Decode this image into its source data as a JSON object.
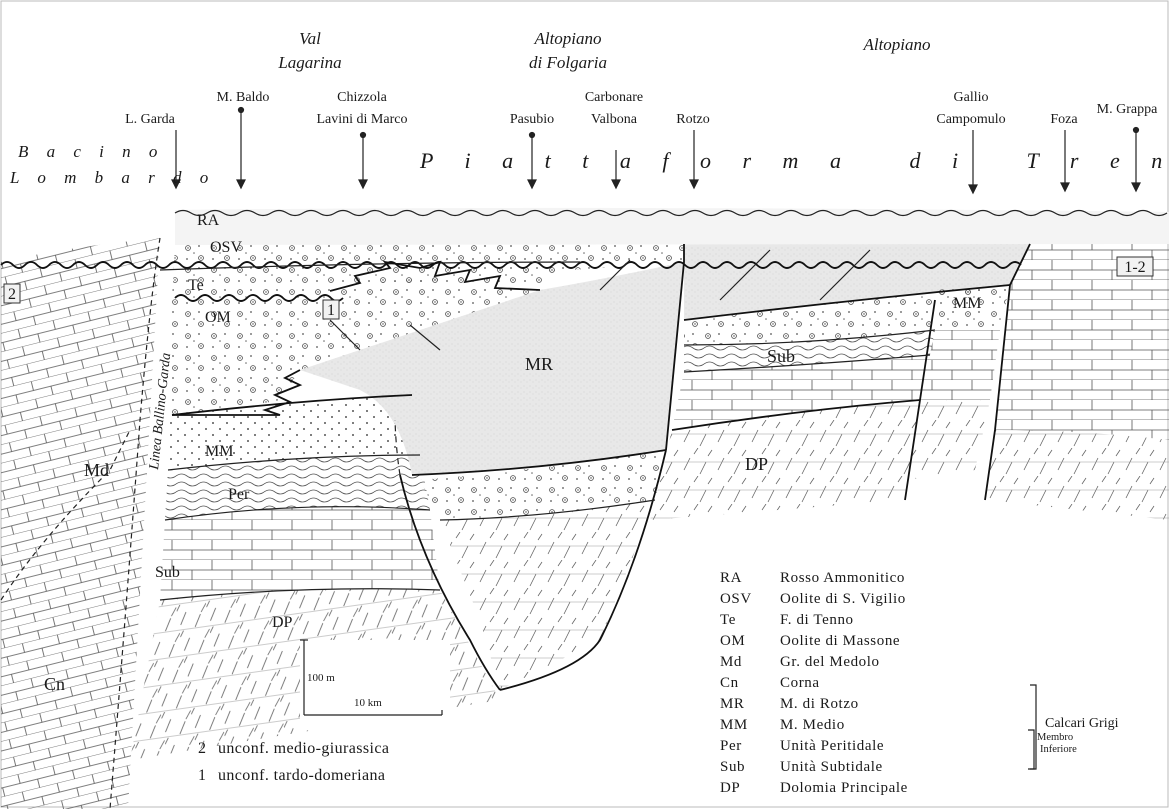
{
  "regions": {
    "val_lagarina": [
      "Val",
      "Lagarina"
    ],
    "altopiano_folgaria": [
      "Altopiano",
      "di Folgaria"
    ],
    "altopiano": "Altopiano"
  },
  "locations": {
    "l_garda": "L. Garda",
    "m_baldo": "M. Baldo",
    "chizzola": [
      "Chizzola",
      "Lavini di Marco"
    ],
    "pasubio": "Pasubio",
    "carbonare": [
      "Carbonare",
      "Valbona"
    ],
    "rotzo": "Rotzo",
    "gallio": [
      "Gallio",
      "Campomulo"
    ],
    "foza": "Foza",
    "m_grappa": "M. Grappa"
  },
  "basin_label": [
    "B a c i n o",
    "L o m b a r d o"
  ],
  "platform_label": "P i a t t a f o r m a   d i   T r e n t o",
  "fault_label": "Linea Ballino-Garda",
  "unit_labels": {
    "ra": "RA",
    "osv": "OSV",
    "te": "Te",
    "om": "OM",
    "mr": "MR",
    "mm_left": "MM",
    "mm_right": "MM",
    "per": "Per",
    "sub_left": "Sub",
    "sub_right": "Sub",
    "dp_left": "DP",
    "dp_center": "DP",
    "md": "Md",
    "cn": "Cn"
  },
  "unconformity_markers": {
    "left_2": "2",
    "center_1": "1",
    "right_12": "1-2"
  },
  "scale": {
    "vertical": "100 m",
    "horizontal": "10 km"
  },
  "unconformities": [
    {
      "num": "2",
      "text": "unconf. medio-giurassica"
    },
    {
      "num": "1",
      "text": "unconf. tardo-domeriana"
    }
  ],
  "legend": [
    {
      "code": "RA",
      "name": "Rosso Ammonitico"
    },
    {
      "code": "OSV",
      "name": "Oolite di S. Vigilio"
    },
    {
      "code": "Te",
      "name": "F. di Tenno"
    },
    {
      "code": "OM",
      "name": "Oolite di Massone"
    },
    {
      "code": "Md",
      "name": "Gr. del Medolo"
    },
    {
      "code": "Cn",
      "name": "Corna"
    },
    {
      "code": "MR",
      "name": "M. di Rotzo"
    },
    {
      "code": "MM",
      "name": "M. Medio"
    },
    {
      "code": "Per",
      "name": "Unità Peritidale"
    },
    {
      "code": "Sub",
      "name": "Unità Subtidale"
    },
    {
      "code": "DP",
      "name": "Dolomia Principale"
    }
  ],
  "legend_groups": {
    "membro_inferiore": [
      "Membro",
      "Inferiore"
    ],
    "calcari_grigi": "Calcari Grigi"
  }
}
